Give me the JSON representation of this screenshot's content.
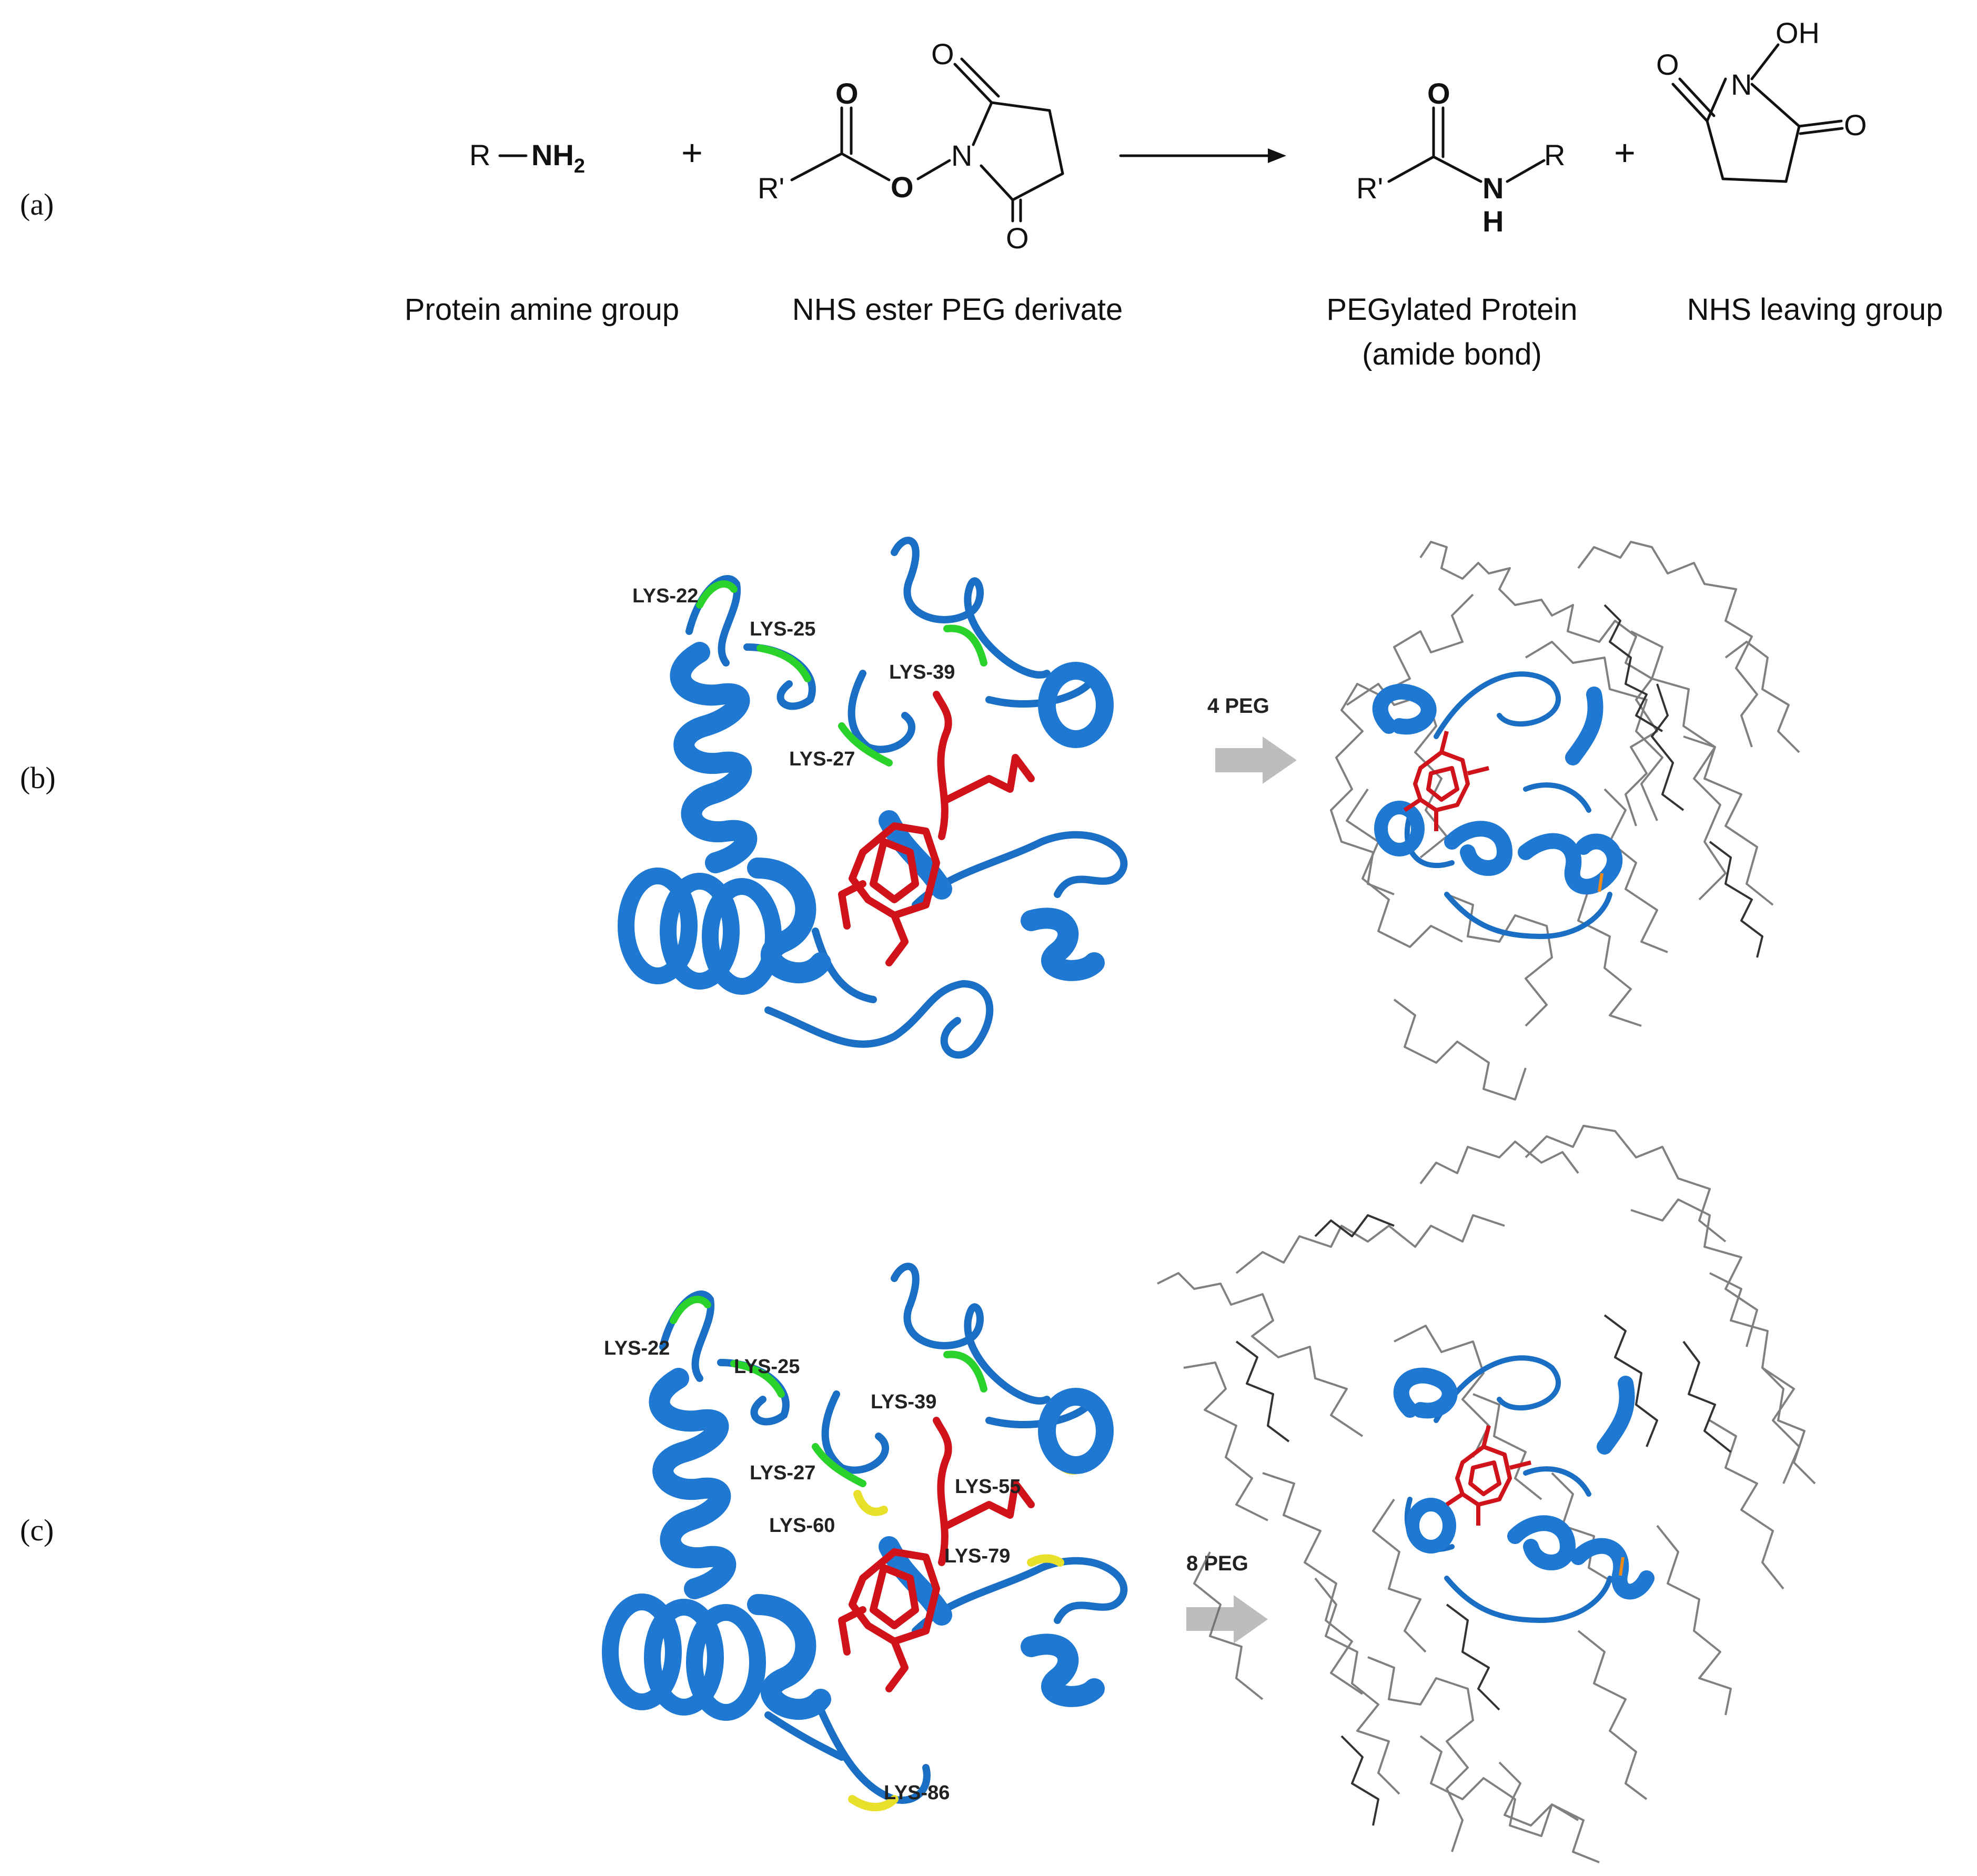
{
  "panels": {
    "a": "(a)",
    "b": "(b)",
    "c": "(c)"
  },
  "reaction": {
    "reactant1_label": "Protein amine group",
    "reactant2_label": "NHS ester PEG derivate",
    "product1_label_line1": "PEGylated Protein",
    "product1_label_line2": "(amide bond)",
    "product2_label": "NHS leaving group",
    "plus": "+",
    "atoms": {
      "R": "R",
      "Rprime": "R'",
      "NH2": "NH",
      "NH2_sub": "2",
      "O": "O",
      "N": "N",
      "H": "H",
      "OH": "OH"
    }
  },
  "panel_b": {
    "residues": [
      "LYS-22",
      "LYS-25",
      "LYS-39",
      "LYS-27"
    ],
    "arrow_label": "4 PEG"
  },
  "panel_c": {
    "residues": [
      "LYS-22",
      "LYS-25",
      "LYS-39",
      "LYS-27",
      "LYS-55",
      "LYS-60",
      "LYS-79",
      "LYS-86"
    ],
    "arrow_label": "8 PEG"
  },
  "colors": {
    "protein": "#1f78d1",
    "heme": "#d0131a",
    "lysine_green": "#2bd22b",
    "lysine_yellow": "#e8e02a",
    "peg": "#555555",
    "arrow": "#bdbdbd"
  }
}
